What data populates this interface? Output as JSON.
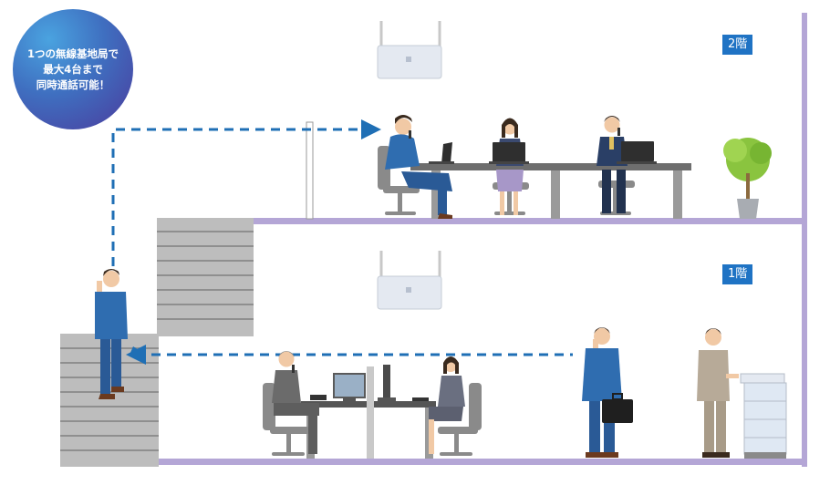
{
  "callout": {
    "lines": [
      "1つの無線基地局で",
      "最大4台まで",
      "同時通話可能！"
    ]
  },
  "floors": [
    {
      "label": "2階"
    },
    {
      "label": "1階"
    }
  ],
  "colors": {
    "wall": "#b4a6d6",
    "dashed_arrow": "#1f6fb5",
    "badge": "#1f73c4",
    "suit_blue": "#2f6db0",
    "stairs": "#a9a9a9"
  },
  "icons": [
    "wireless-base-station-icon",
    "person-phone-icon",
    "laptop-icon",
    "plant-icon",
    "copier-icon",
    "briefcase-icon"
  ]
}
